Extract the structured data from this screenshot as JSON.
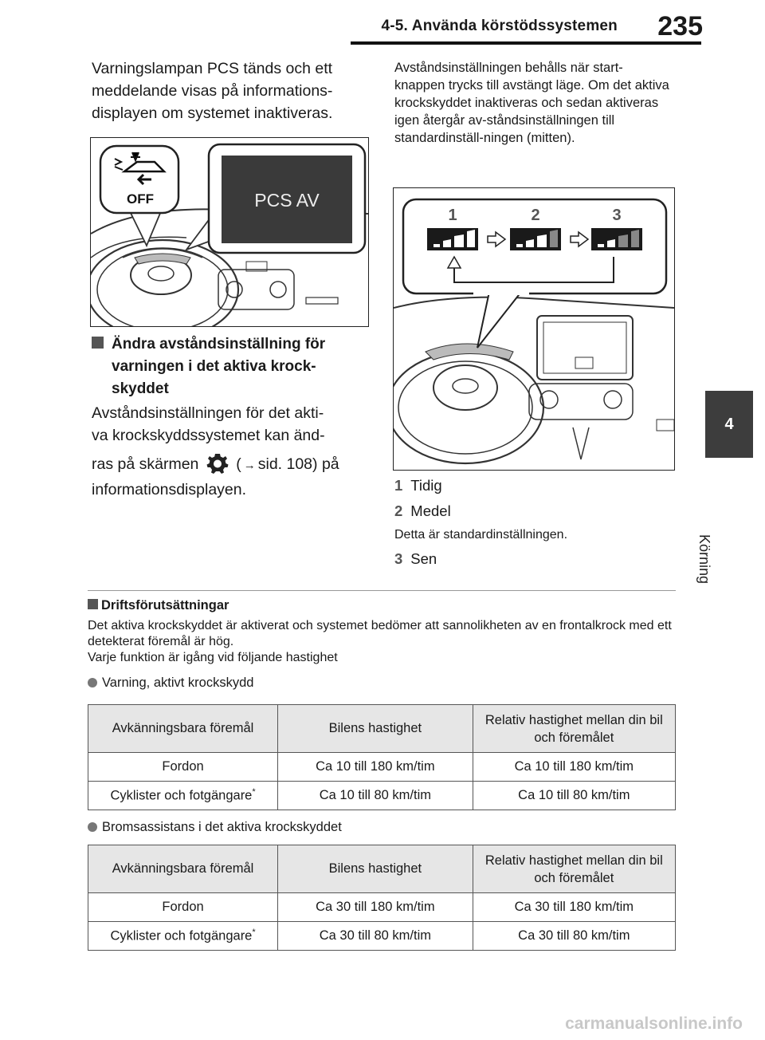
{
  "header": {
    "section_title": "4-5. Använda körstödssystemen",
    "page_number": "235"
  },
  "side_tab": {
    "chapter_number": "4",
    "chapter_name": "Körning"
  },
  "left_column": {
    "intro_text": "Varningslampan PCS tänds och ett meddelande visas på informations-displayen om systemet inaktiveras.",
    "figure1": {
      "icon_label": "OFF",
      "display_text": "PCS AV"
    },
    "heading_line1": "Ändra avståndsinställning för",
    "heading_line2": "varningen i det aktiva krock-",
    "heading_line3": "skyddet",
    "body_line1": "Avståndsinställningen för det akti-",
    "body_line2": "va krockskyddssystemet kan änd-",
    "body_line3_pre": "ras på skärmen",
    "body_line3_open": "(",
    "body_line3_ref": "sid. 108) på",
    "body_line4": "informationsdisplayen.",
    "settings_icon": "gear-icon",
    "arrow_icon": "right-arrow-icon"
  },
  "right_column": {
    "body": "Avståndsinställningen behålls när start-knappen trycks till avstängt läge. Om det aktiva krockskyddet inaktiveras och sedan aktiveras igen återgår av-ståndsinställningen till standardinställ-ningen (mitten).",
    "figure2": {
      "labels": [
        "1",
        "2",
        "3"
      ]
    },
    "items": [
      {
        "num": "1",
        "label": "Tidig"
      },
      {
        "num": "2",
        "label": "Medel"
      },
      {
        "num": "3",
        "label": "Sen"
      }
    ],
    "default_note": "Detta är standardinställningen."
  },
  "operating_conditions": {
    "heading": "Driftsförutsättningar",
    "text1": "Det aktiva krockskyddet är aktiverat och systemet bedömer att sannolikheten av en frontalkrock med ett detekterat föremål är hög.",
    "text2": "Varje funktion är igång vid följande hastighet",
    "bullet1": "Varning, aktivt krockskydd",
    "bullet2": "Bromsassistans i det aktiva krockskyddet",
    "table_headers": [
      "Avkänningsbara föremål",
      "Bilens hastighet",
      "Relativ hastighet mellan din bil och föremålet"
    ],
    "table1_rows": [
      [
        "Fordon",
        "Ca 10 till 180 km/tim",
        "Ca 10 till 180 km/tim"
      ],
      [
        "Cyklister och fotgängare",
        "Ca 10 till 80 km/tim",
        "Ca 10 till 80 km/tim"
      ]
    ],
    "table2_rows": [
      [
        "Fordon",
        "Ca 30 till 180 km/tim",
        "Ca 30 till 180 km/tim"
      ],
      [
        "Cyklister och fotgängare",
        "Ca 30 till 80 km/tim",
        "Ca 30 till 80 km/tim"
      ]
    ],
    "footnote_mark": "*"
  },
  "watermark": "carmanualsonline.info"
}
